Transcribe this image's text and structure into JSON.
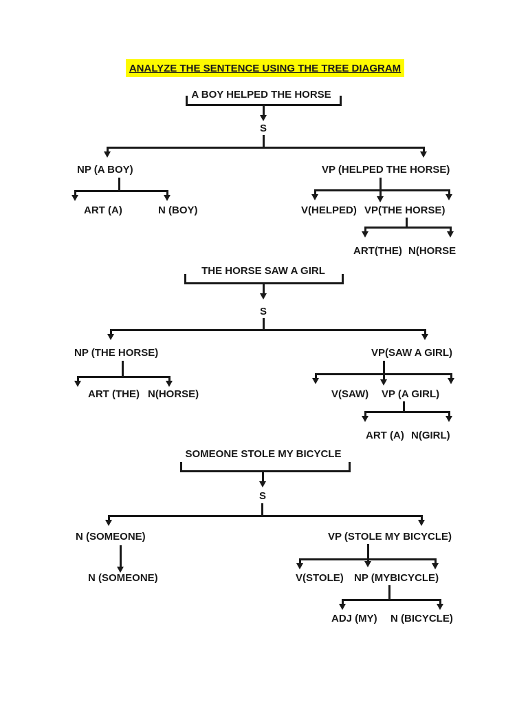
{
  "title": {
    "text": "ANALYZE THE SENTENCE USING THE TREE DIAGRAM",
    "highlight_color": "#fdfa00",
    "text_color": "#191919"
  },
  "trees": [
    {
      "sentence": "A BOY HELPED THE HORSE",
      "root": "S",
      "np": "NP (A BOY)",
      "vp": "VP (HELPED THE HORSE)",
      "np_children": [
        "ART (A)",
        "N (BOY)"
      ],
      "vp_children": [
        "V(HELPED)",
        "VP(THE HORSE)"
      ],
      "vp2_children": [
        "ART(THE)",
        "N(HORSE"
      ]
    },
    {
      "sentence": "THE HORSE SAW A GIRL",
      "root": "S",
      "np": "NP (THE HORSE)",
      "vp": "VP(SAW A GIRL)",
      "np_children": [
        "ART (THE)",
        "N(HORSE)"
      ],
      "vp_children": [
        "V(SAW)",
        "VP (A GIRL)"
      ],
      "vp2_children": [
        "ART (A)",
        "N(GIRL)"
      ]
    },
    {
      "sentence": "SOMEONE STOLE MY BICYCLE",
      "root": "S",
      "np": "N (SOMEONE)",
      "vp": "VP (STOLE MY BICYCLE)",
      "np_children": [
        "N (SOMEONE)"
      ],
      "vp_children": [
        "V(STOLE)",
        "NP (MYBICYCLE)"
      ],
      "vp2_children": [
        "ADJ (MY)",
        "N (BICYCLE)"
      ]
    }
  ]
}
